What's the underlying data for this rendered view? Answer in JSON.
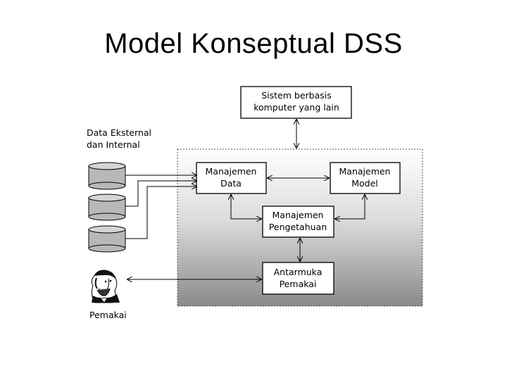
{
  "title": "Model Konseptual DSS",
  "diagram": {
    "sistem_lain": [
      "Sistem berbasis",
      "komputer yang lain"
    ],
    "data_source_label": [
      "Data Eksternal",
      "dan Internal"
    ],
    "manajemen_data": [
      "Manajemen",
      "Data"
    ],
    "manajemen_model": [
      "Manajemen",
      "Model"
    ],
    "manajemen_pengetahuan": [
      "Manajemen",
      "Pengetahuan"
    ],
    "antarmuka_pemakai": [
      "Antarmuka",
      "Pemakai"
    ],
    "user_label": "Pemakai",
    "user_icon": "person-portrait-icon",
    "database_icon": "database-cylinder-icon"
  },
  "colors": {
    "panel_top": "#ffffff",
    "panel_bottom": "#8a8a8a",
    "box_fill": "#ffffff",
    "cylinder_fill": "#b8b8b8"
  }
}
